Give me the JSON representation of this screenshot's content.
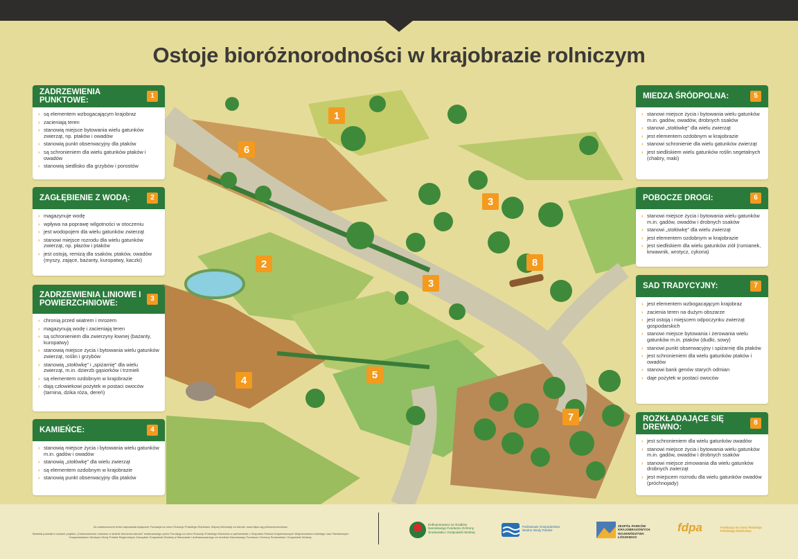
{
  "title": "Ostoje bioróżnorodności w krajobrazie rolniczym",
  "panels_left": [
    {
      "title": "ZADRZEWIENIA PUNKTOWE:",
      "num": "1",
      "items": [
        "są elementem wzbogacającym krajobraz",
        "zacieniają teren",
        "stanowią miejsce bytowania wielu gatunków zwierząt, np. ptaków i owadów",
        "stanowią punkt obserwacyjny dla ptaków",
        "są schronieniem dla wielu gatunków ptaków i owadów",
        "stanowią siedlisko dla grzybów i porostów"
      ]
    },
    {
      "title": "ZAGŁĘBIENIE Z WODĄ:",
      "num": "2",
      "items": [
        "magazynuje wodę",
        "wpływa na poprawę wilgotności w otoczeniu",
        "jest wodopojem dla wielu gatunków zwierząt",
        "stanowi miejsce rozrodu dla wielu gatunków zwierząt, np. płazów i ptaków",
        "jest ostoją, remizą dla ssaków, ptaków, owadów (myszy, zające, bażanty, kuropatwy, kaczki)"
      ]
    },
    {
      "title": "ZADRZEWIENIA LINIOWE I POWIERZCHNIOWE:",
      "num": "3",
      "items": [
        "chronią przed wiatrem i mrozem",
        "magazynują wodę i zacieniają teren",
        "są schronieniem dla zwierzyny łownej (bażanty, kuropatwy)",
        "stanowią miejsce życia i bytowania wielu gatunków zwierząt, roślin i grzybów",
        "stanowią „stołówkę” i „spiżarnię” dla wielu zwierząt, m.in. dzierzb gąsiorków i trzmieli",
        "są elementem ozdobnym w krajobrazie",
        "dają człowiekowi pożytek w postaci owoców (tarnina, dzika róża, dereń)"
      ]
    },
    {
      "title": "KAMIEŃCE:",
      "num": "4",
      "items": [
        "stanowią miejsce życia i bytowania wielu gatunków m.in. gadów i owadów",
        "stanowią „stołówkę” dla wielu zwierząt",
        "są elementem ozdobnym w krajobrazie",
        "stanowią punkt obserwacyjny dla ptaków"
      ]
    }
  ],
  "panels_right": [
    {
      "title": "MIEDZA ŚRÓDPOLNA:",
      "num": "5",
      "items": [
        "stanowi miejsce życia i bytowania wielu gatunków m.in. gadów, owadów, drobnych ssaków",
        "stanowi „stołówkę” dla wielu zwierząt",
        "jest elementem ozdobnym w krajobrazie",
        "stanowi schronienie dla wielu gatunków zwierząt",
        "jest siedliskiem wielu gatunków roślin segetalnych (chabry, maki)"
      ]
    },
    {
      "title": "POBOCZE DROGI:",
      "num": "6",
      "items": [
        "stanowi miejsce życia i bytowania wielu gatunków m.in. gadów, owadów i drobnych ssaków",
        "stanowi „stołówkę” dla wielu zwierząt",
        "jest elementem ozdobnym w krajobrazie",
        "jest siedliskiem dla wielu gatunków ziół (rumianek, krwawnik, wrotycz, cykoria)"
      ]
    },
    {
      "title": "SAD TRADYCYJNY:",
      "num": "7",
      "items": [
        "jest elementem wzbogacającym krajobraz",
        "zacienia teren na dużym obszarze",
        "jest ostoją i miejscem odpoczynku zwierząt gospodarskich",
        "stanowi miejsce bytowania i żerowania wielu gatunków m.in. ptaków (dudki, sowy)",
        "stanowi punkt obserwacyjny i spiżarnię dla ptaków",
        "jest schronieniem dla wielu gatunków ptaków i owadów",
        "stanowi bank genów starych odmian",
        "daje pożytek w postaci owoców"
      ]
    },
    {
      "title": "ROZKŁADAJĄCE SIĘ DREWNO:",
      "num": "8",
      "items": [
        "jest schronieniem dla wielu gatunków owadów",
        "stanowi miejsce życia i bytowania wielu gatunków m.in. gadów, owadów i drobnych ssaków",
        "stanowi miejsce zimowania dla wielu gatunków drobnych zwierząt",
        "jest miejscem rozrodu dla wielu gatunków owadów (próchnojady)"
      ]
    }
  ],
  "map_markers": [
    "1",
    "2",
    "3",
    "3",
    "4",
    "5",
    "6",
    "7",
    "8"
  ],
  "footer": {
    "note1": "Za zamieszczone treści odpowiada wyłącznie Fundacja na rzecz Rozwoju Polskiego Rolnictwa. Więcej informacji na stronie: www.fdpa.org.pl/bioroznorodnosc",
    "note2": "Materiał powstał w ramach projektu „Zrównoważone rolnictwo w służbie bioróżnorodności” realizowanego przez Fundację na rzecz Rozwoju Polskiego Rolnictwa w partnerstwie z Zespołem Parków Krajobrazowych Województwa Łódzkiego oraz Państwowym Gospodarstwem Wodnym Wody Polskie Regionalnym Zarządem Gospodarki Wodnej w Warszawie i dofinansowanego ze środków Narodowego Funduszu Ochrony Środowiska i Gospodarki Wodnej.",
    "logo1": "Dofinansowano ze środków Narodowego Funduszu Ochrony Środowiska i Gospodarki Wodnej",
    "logo2": "Państwowe Gospodarstwo Wodne Wody Polskie",
    "logo3": "ZESPÓŁ PARKÓW KRAJOBRAZOWYCH WOJEWÓDZTWA ŁÓDZKIEGO",
    "logo4a": "fdpa",
    "logo4b": "Fundacja na rzecz Rozwoju Polskiego Rolnictwa"
  },
  "colors": {
    "header": "#2a7a3b",
    "badge": "#f39a1f",
    "background": "#e6dc9a"
  }
}
